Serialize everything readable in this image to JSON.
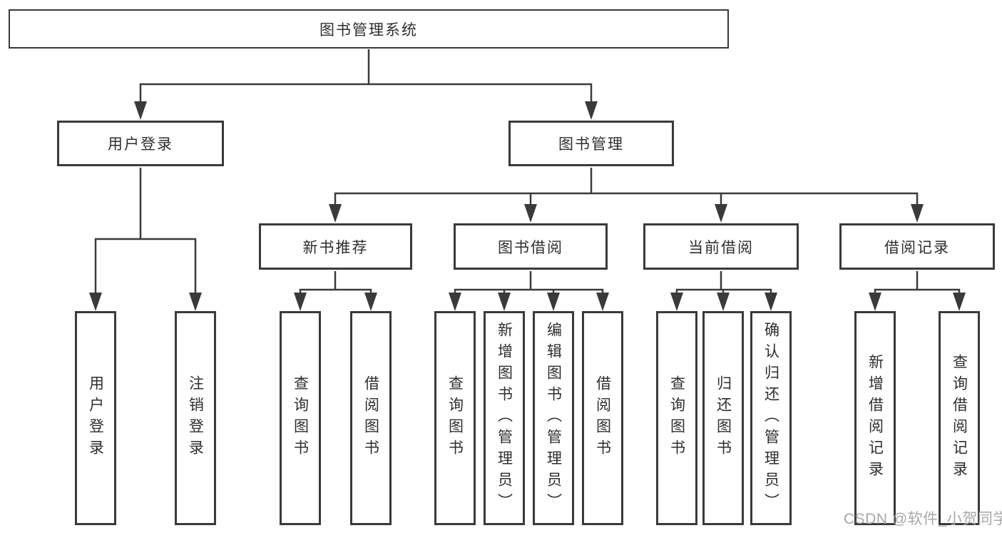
{
  "colors": {
    "line": "#3a3a3a",
    "text": "#2e2e2e",
    "box_background": "#ffffff",
    "watermark": "#a8a8a8"
  },
  "tree": {
    "root": {
      "label": "图书管理系统",
      "children": [
        {
          "label": "用户登录",
          "children": [
            {
              "label": "用户登录"
            },
            {
              "label": "注销登录"
            }
          ]
        },
        {
          "label": "图书管理",
          "children": [
            {
              "label": "新书推荐",
              "children": [
                {
                  "label": "查询图书"
                },
                {
                  "label": "借阅图书"
                }
              ]
            },
            {
              "label": "图书借阅",
              "children": [
                {
                  "label": "查询图书"
                },
                {
                  "label": "新增图书（管理员）"
                },
                {
                  "label": "编辑图书（管理员）"
                },
                {
                  "label": "借阅图书"
                }
              ]
            },
            {
              "label": "当前借阅",
              "children": [
                {
                  "label": "查询图书"
                },
                {
                  "label": "归还图书"
                },
                {
                  "label": "确认归还（管理员）"
                }
              ]
            },
            {
              "label": "借阅记录",
              "children": [
                {
                  "label": "新增借阅记录"
                },
                {
                  "label": "查询借阅记录"
                }
              ]
            }
          ]
        }
      ]
    }
  },
  "watermark": "CSDN @软件_小贺同学"
}
